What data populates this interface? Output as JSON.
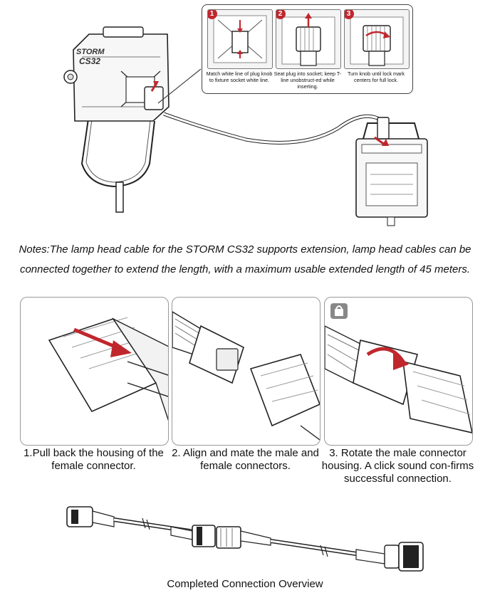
{
  "fixture": {
    "brand_label": "STORM",
    "model_label": "CS32"
  },
  "callout": {
    "steps": [
      {
        "number": "1",
        "caption": "Match white line of plug knob to fixture socket white line."
      },
      {
        "number": "2",
        "caption": "Seat plug into socket; keep T-line unobstruct-ed while inserting."
      },
      {
        "number": "3",
        "caption": "Turn knob until lock mark centers for full lock."
      }
    ]
  },
  "notes": {
    "line1": "Notes:The lamp head cable for the STORM CS32 supports extension, lamp head cables can be",
    "line2": "connected together to extend the length, with a maximum usable extended length of 45 meters."
  },
  "panels": [
    {
      "caption": "1.Pull back the housing of the female connector."
    },
    {
      "caption": "2. Align and mate the male and female connectors."
    },
    {
      "caption": "3. Rotate the male connector housing. A click sound con-firms successful connection."
    }
  ],
  "overview": {
    "caption": "Completed Connection Overview"
  },
  "colors": {
    "accent": "#c0272d",
    "line": "#222222",
    "panel_border": "#999999"
  }
}
